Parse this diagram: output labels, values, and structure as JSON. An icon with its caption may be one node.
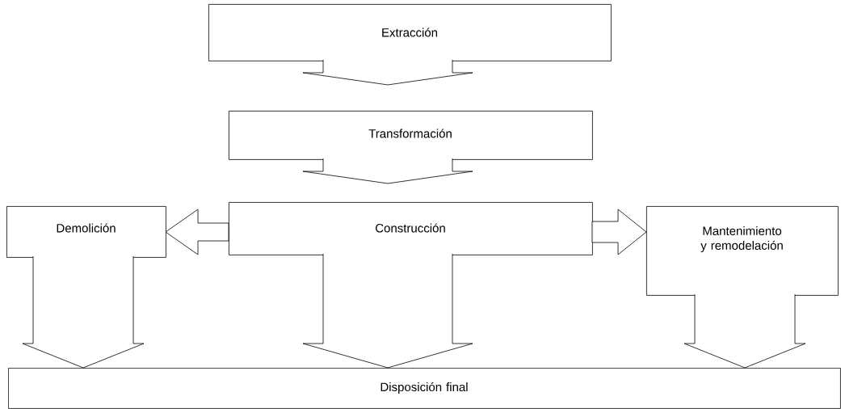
{
  "diagram": {
    "nodes": [
      {
        "text": [
          "Extracción"
        ]
      },
      {
        "text": [
          "Transformación"
        ]
      },
      {
        "text": [
          "Construcción"
        ]
      },
      {
        "text": [
          "Demolición"
        ]
      },
      {
        "text": [
          "Mantenimiento y remodelación"
        ]
      },
      {
        "text": [
          "Disposición final"
        ]
      }
    ],
    "edges": [
      {
        "from": 0,
        "to": 1,
        "arrow": "to"
      },
      {
        "from": 1,
        "to": 2,
        "arrow": "to"
      },
      {
        "from": 2,
        "to": 3,
        "arrow": "to"
      },
      {
        "from": 2,
        "to": 4,
        "arrow": "to"
      },
      {
        "from": 3,
        "to": 5,
        "arrow": "to"
      },
      {
        "from": 2,
        "to": 5,
        "arrow": "to"
      },
      {
        "from": 4,
        "to": 5,
        "arrow": "to"
      }
    ]
  }
}
